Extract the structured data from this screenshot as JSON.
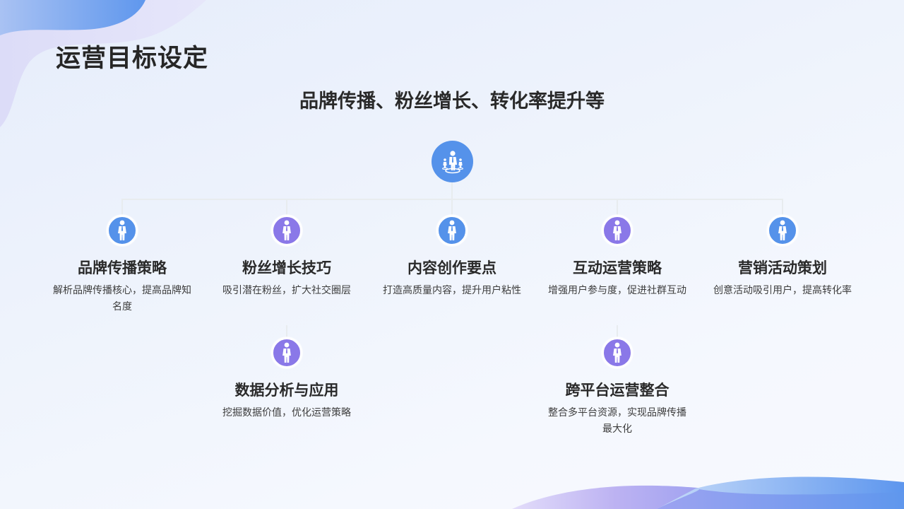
{
  "page": {
    "title": "运营目标设定",
    "subtitle": "品牌传播、粉丝增长、转化率提升等"
  },
  "colors": {
    "blue": "#5592ea",
    "purple": "#8a78e8",
    "connector": "#e8ecef",
    "text_dark": "#2a2a2a"
  },
  "root": {
    "icon": "group-people-icon"
  },
  "nodes": [
    {
      "title": "品牌传播策略",
      "desc": "解析品牌传播核心，提高品牌知名度",
      "icon": "person-icon",
      "color": "blue"
    },
    {
      "title": "粉丝增长技巧",
      "desc": "吸引潜在粉丝，扩大社交圈层",
      "icon": "person-icon",
      "color": "purple"
    },
    {
      "title": "内容创作要点",
      "desc": "打造高质量内容，提升用户粘性",
      "icon": "person-icon",
      "color": "blue"
    },
    {
      "title": "互动运营策略",
      "desc": "增强用户参与度，促进社群互动",
      "icon": "person-icon",
      "color": "purple"
    },
    {
      "title": "营销活动策划",
      "desc": "创意活动吸引用户，提高转化率",
      "icon": "person-icon",
      "color": "blue"
    },
    {
      "title": "数据分析与应用",
      "desc": "挖掘数据价值，优化运营策略",
      "icon": "person-icon",
      "color": "purple"
    },
    {
      "title": "跨平台运营整合",
      "desc": "整合多平台资源，实现品牌传播最大化",
      "icon": "person-icon",
      "color": "purple"
    }
  ]
}
